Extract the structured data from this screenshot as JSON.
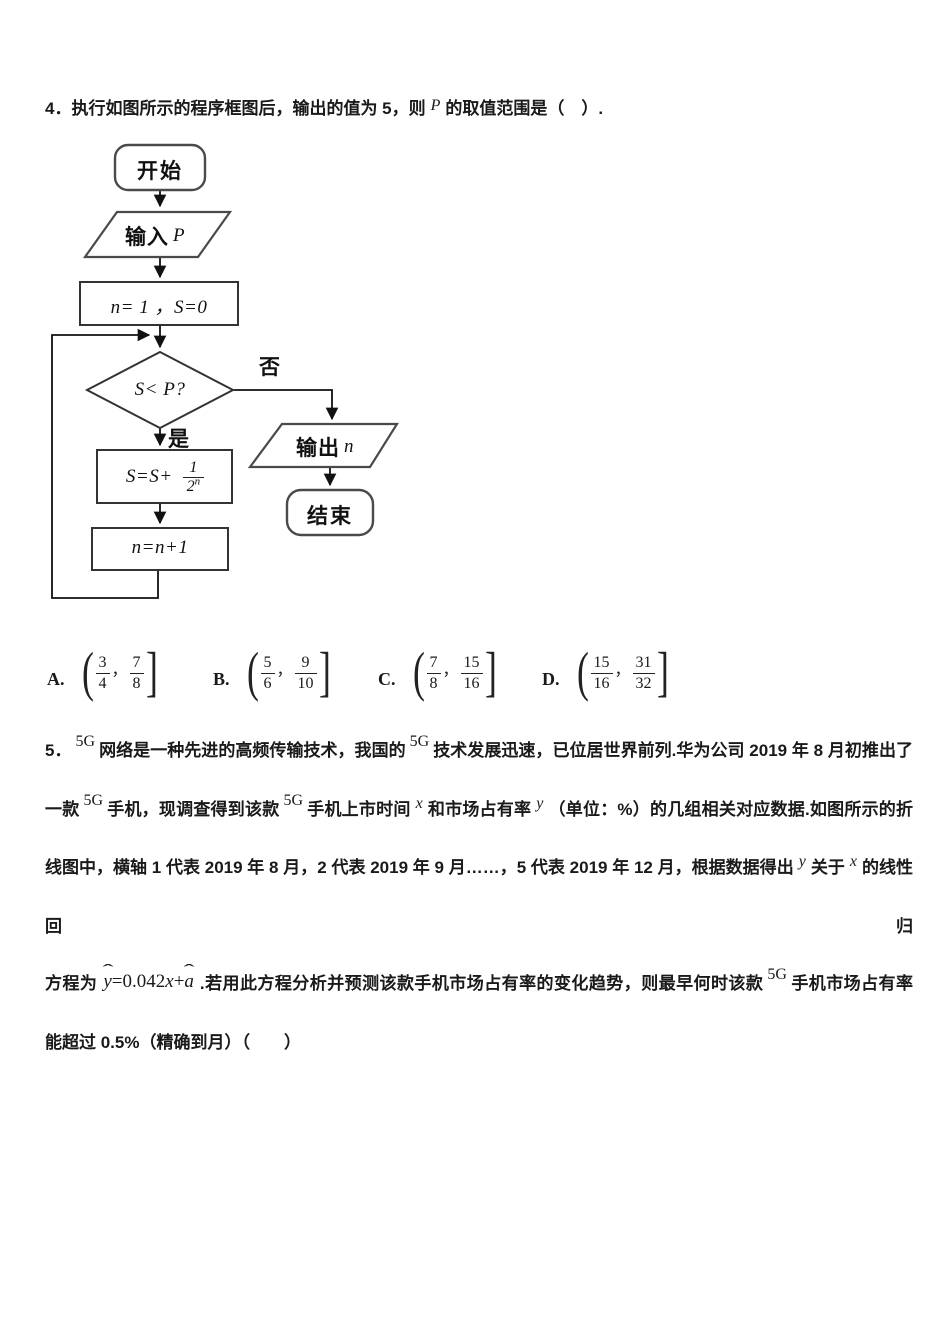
{
  "colors": {
    "page_bg": "#ffffff",
    "text": "#1a1a1a",
    "box_stroke_gray": "#4a4a4a",
    "box_stroke_dark": "#333333",
    "connector": "#111111"
  },
  "q4": {
    "stem_pre": "4．执行如图所示的程序框图后，输出的值为 5，则",
    "stem_var": "P",
    "stem_post": "的取值范围是（　）."
  },
  "flowchart": {
    "start_label": "开始",
    "input_label": "输入",
    "input_var": "P",
    "init_text": "n= 1 ，S=0",
    "decision_text": "S< P?",
    "no_label": "否",
    "yes_label": "是",
    "sum_pre": "S=S+",
    "sum_frac_num": "1",
    "sum_frac_den": "2",
    "sum_frac_sup": "n",
    "increment_text": "n=n+1",
    "output_label": "输出",
    "output_var": "n",
    "end_label": "结束"
  },
  "options": [
    {
      "label": "A.",
      "lparen": "(",
      "f1_num": "3",
      "f1_den": "4",
      "comma": "，",
      "f2_num": "7",
      "f2_den": "8",
      "rbracket": "]"
    },
    {
      "label": "B.",
      "lparen": "(",
      "f1_num": "5",
      "f1_den": "6",
      "comma": "，",
      "f2_num": "9",
      "f2_den": "10",
      "rbracket": "]"
    },
    {
      "label": "C.",
      "lparen": "(",
      "f1_num": "7",
      "f1_den": "8",
      "comma": "，",
      "f2_num": "15",
      "f2_den": "16",
      "rbracket": "]"
    },
    {
      "label": "D.",
      "lparen": "(",
      "f1_num": "15",
      "f1_den": "16",
      "comma": "，",
      "f2_num": "31",
      "f2_den": "32",
      "rbracket": "]"
    }
  ],
  "q5": {
    "line1": {
      "num": "5．",
      "g1": "5G",
      "s1": "网络是一种先进的高频传输技术，我国的",
      "g2": "5G",
      "s2": "技术发展迅速，已位居世界前列.华为公司 2019 年 8 月初推出了"
    },
    "line2": {
      "s1": "一款",
      "g1": "5G",
      "s2": "手机，现调查得到该款",
      "g2": "5G",
      "s3": "手机上市时间",
      "v1": "x",
      "s4": "和市场占有率",
      "v2": "y",
      "s5": "（单位：%）的几组相关对应数据.如图所示的折"
    },
    "line3": {
      "s1": "线图中，横轴 1 代表 2019 年 8 月，2 代表 2019 年 9 月……，5 代表 2019 年 12 月，根据数据得出",
      "v1": "y",
      "s2": "关于",
      "v2": "x",
      "s3": "的线性回归"
    },
    "line4": {
      "s1": "方程为",
      "eq": {
        "hat": "ˆ",
        "y": "y",
        "mid": "=0.042",
        "x": "x",
        "plus": "+",
        "a": "a"
      },
      "s2": ".若用此方程分析并预测该款手机市场占有率的变化趋势，则最早何时该款",
      "g1": "5G",
      "s3": "手机市场占有率"
    },
    "line5": {
      "s1": "能超过 0.5%（精确到月）（　　）"
    }
  }
}
